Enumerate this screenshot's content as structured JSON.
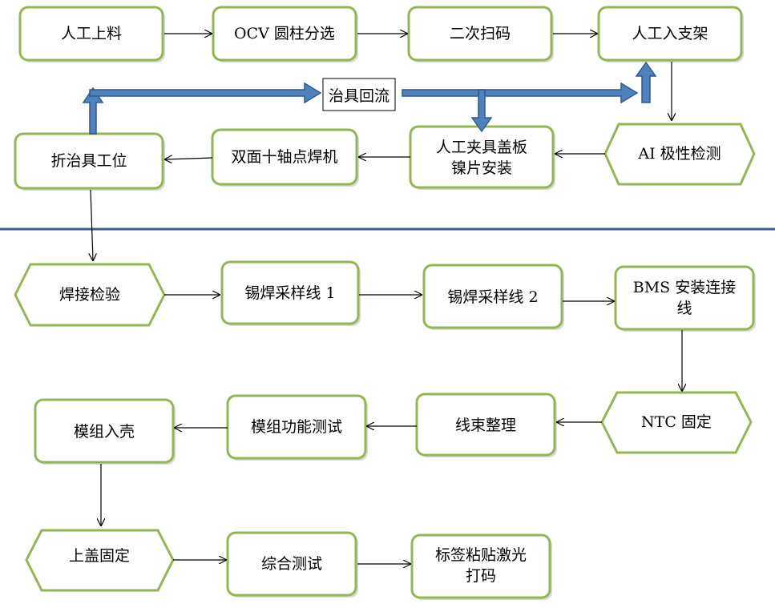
{
  "nodes": {
    "n1": "人工上料",
    "n2": "OCV 圆柱分选",
    "n3": "二次扫码",
    "n4": "人工入支架",
    "n5": "AI 极性检测",
    "n6_line1": "人工夹具盖板",
    "n6_line2": "镍片安装",
    "n7": "双面十轴点焊机",
    "n8": "折治具工位",
    "n9": "焊接检验",
    "n10": "锡焊采样线 1",
    "n11": "锡焊采样线 2",
    "n12_line1": "BMS 安装连接",
    "n12_line2": "线",
    "n13": "NTC 固定",
    "n14": "线束整理",
    "n15": "模组功能测试",
    "n16": "模组入壳",
    "n17": "上盖固定",
    "n18": "综合测试",
    "n19_line1": "标签粘贴激光",
    "n19_line2": "打码"
  },
  "return_flow_label": "治具回流",
  "colors": {
    "box_border": "#93b653",
    "flow_arrow": "#4f81bd",
    "divider": "#3d5f8a"
  }
}
